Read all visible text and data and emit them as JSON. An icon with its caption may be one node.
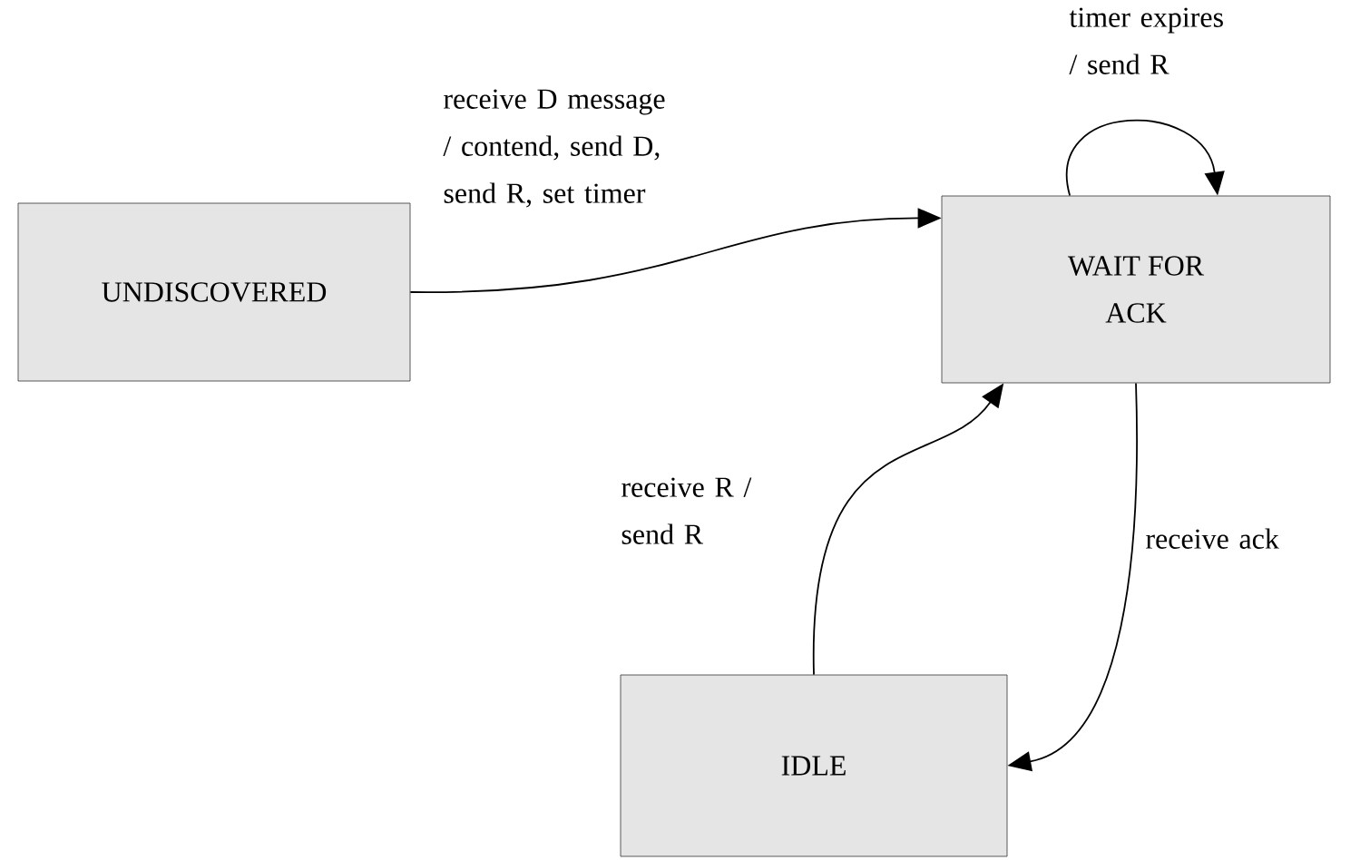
{
  "diagram": {
    "nodes": [
      {
        "text": [
          "UNDISCOVERED"
        ]
      },
      {
        "text": [
          "WAIT FOR ACK"
        ]
      },
      {
        "text": [
          "IDLE"
        ]
      }
    ],
    "edges": [
      {
        "from": 0,
        "to": 1,
        "arrow": "to",
        "label": "receive D message / contend, send D, send R, set timer"
      },
      {
        "from": 1,
        "to": 1,
        "arrow": "to",
        "label": "timer expires / send R"
      },
      {
        "from": 2,
        "to": 1,
        "arrow": "to",
        "label": "receive R / send R"
      },
      {
        "from": 1,
        "to": 2,
        "arrow": "to",
        "label": "receive ack"
      }
    ]
  }
}
